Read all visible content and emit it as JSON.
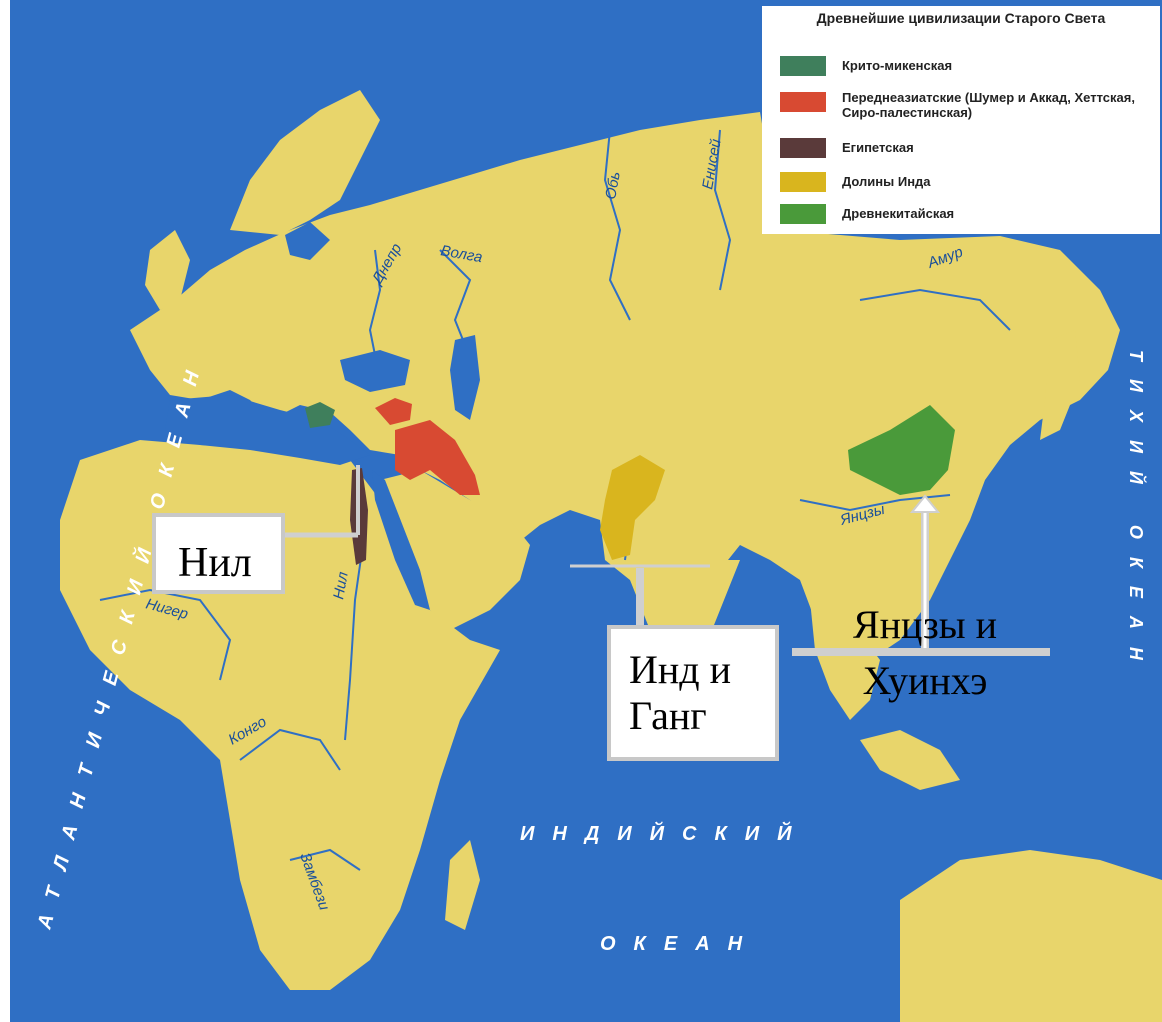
{
  "legend": {
    "title": "Древнейшие цивилизации Старого Света",
    "items": [
      {
        "label": "Крито-микенская",
        "color": "#3f7f5c"
      },
      {
        "label": "Переднеазиатские (Шумер и Аккад, Хеттская, Сиро-палестинская)",
        "color": "#d84a32"
      },
      {
        "label": "Египетская",
        "color": "#5a3a3a"
      },
      {
        "label": "Долины Инда",
        "color": "#d9b51e"
      },
      {
        "label": "Древнекитайская",
        "color": "#4a9a3a"
      }
    ]
  },
  "oceans": {
    "atlantic": "АТЛАНТИЧЕСКИЙ ОКЕАН",
    "indian_line1": "ИНДИЙСКИЙ",
    "indian_line2": "ОКЕАН",
    "pacific": "ТИХИЙ ОКЕАН"
  },
  "rivers": {
    "ob": "Обь",
    "yenisei": "Енисей",
    "dnieper": "Днепр",
    "volga": "Волга",
    "amur": "Амур",
    "nile": "Нил",
    "niger": "Нигер",
    "congo": "Конго",
    "zambezi": "Замбези",
    "yangtze": "Янцзы"
  },
  "callouts": {
    "nile": "Нил",
    "indus_line1": "Инд и",
    "indus_line2": "Ганг",
    "yangtze_line1": "Янцзы и",
    "yangtze_line2": "Хуинхэ"
  },
  "colors": {
    "sea": "#2f6fc4",
    "land": "#e8d56b",
    "river": "#2f6fc4"
  }
}
